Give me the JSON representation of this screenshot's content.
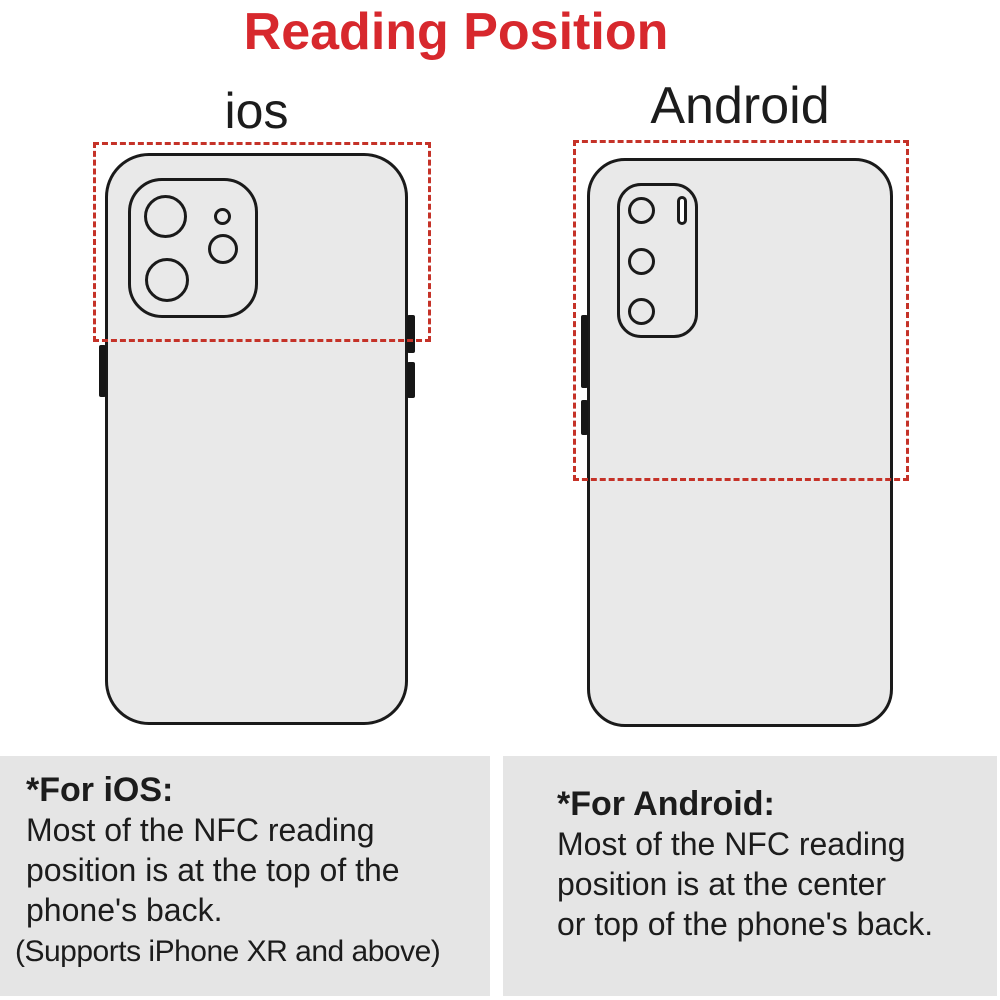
{
  "title": {
    "text": "Reading Position"
  },
  "platforms": {
    "ios": {
      "label": "ios"
    },
    "android": {
      "label": "Android"
    }
  },
  "notes": {
    "ios": {
      "heading": "*For iOS:",
      "lines": [
        "Most of the NFC reading",
        "position is at the top of the",
        "phone's back."
      ],
      "footnote": "(Supports iPhone XR and above)"
    },
    "android": {
      "heading": "*For Android:",
      "lines": [
        "Most of the NFC reading",
        "position is at the center",
        "or top of the phone's back."
      ]
    }
  },
  "colors": {
    "title_red": "#d7282d",
    "nfc_zone_dash_red": "#c53228",
    "phone_fill": "#e9e9e9",
    "phone_outline": "#1a1a1a",
    "note_box_fill": "#e5e5e5",
    "text": "#1c1c1c"
  }
}
